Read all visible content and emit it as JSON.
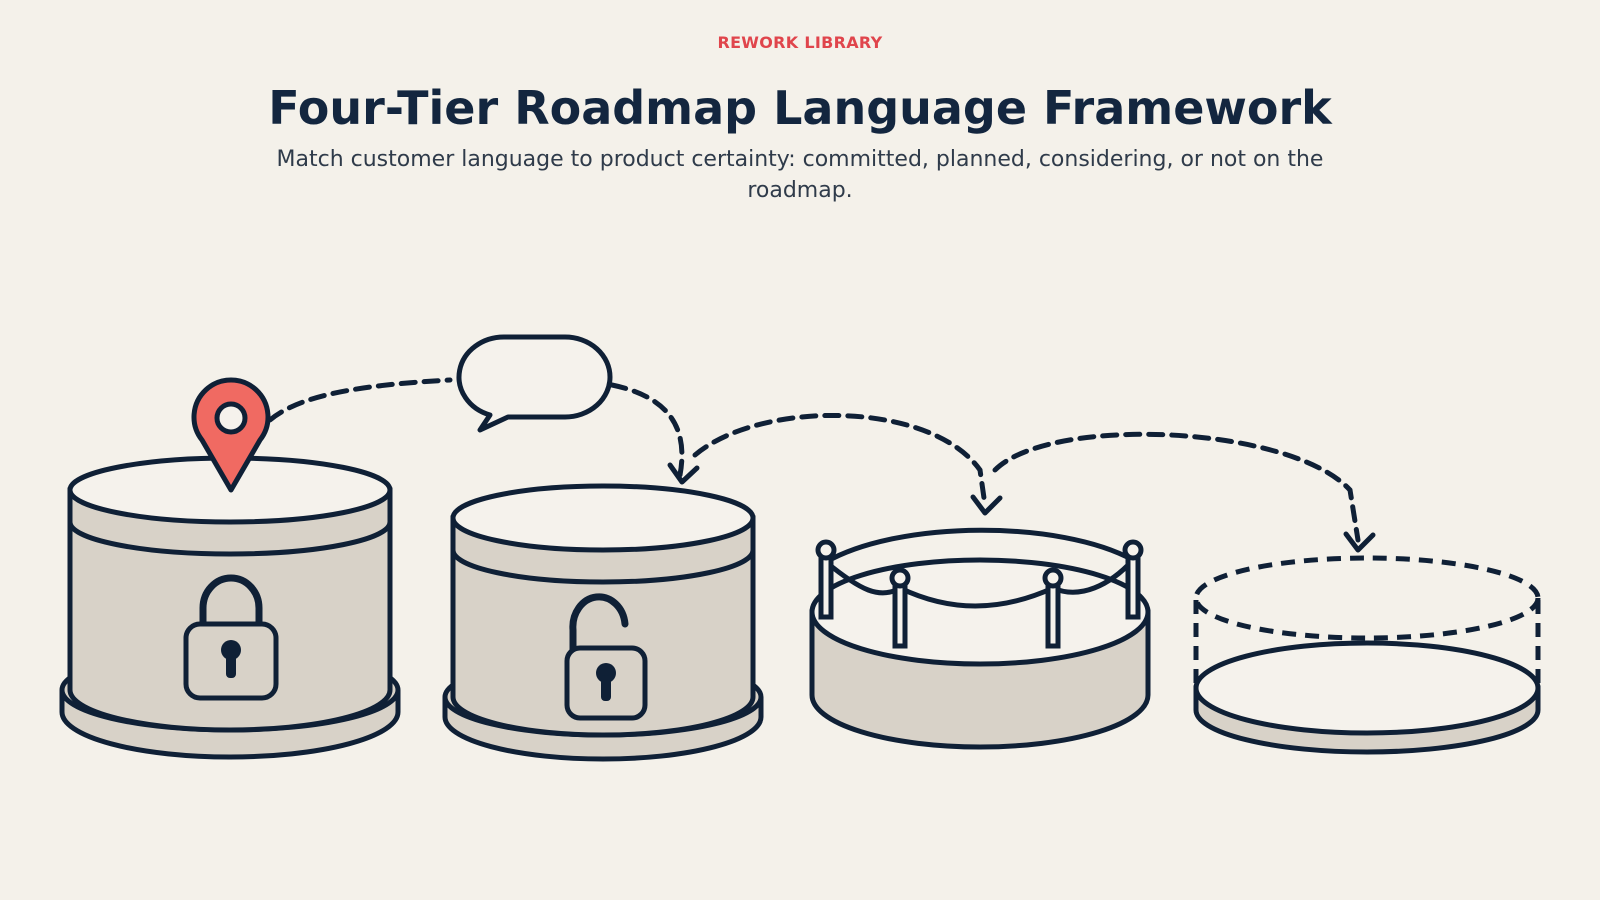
{
  "header": {
    "eyebrow": "REWORK LIBRARY",
    "title": "Four-Tier Roadmap Language Framework",
    "subtitle": "Match customer language to product certainty: committed, planned, considering, or not on the roadmap."
  },
  "colors": {
    "background": "#f4f1ea",
    "ink": "#0f2036",
    "fill": "#d8d2c8",
    "top": "#f5f2ec",
    "accent": "#f06a62"
  },
  "icons": [
    "location-pin-icon",
    "speech-bubble-icon",
    "locked-padlock-icon",
    "unlocked-padlock-icon",
    "rope-barrier-icon",
    "dashed-outline-icon"
  ]
}
